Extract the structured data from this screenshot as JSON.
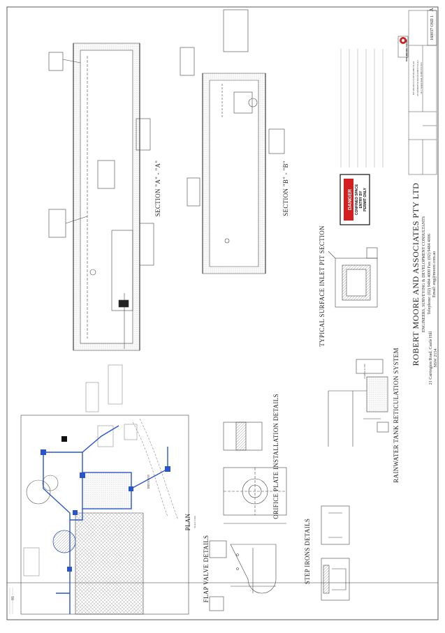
{
  "sheet": {
    "page_number": "01",
    "drawing_number": "160037 OSD 1",
    "revision": "A"
  },
  "titles": {
    "plan": "PLAN",
    "plan_scale": "SCALE 1:100",
    "flap_valve": "FLAP VALVE DETAILS",
    "orifice_plate": "ORIFICE PLATE INSTALLATION DETAILS",
    "step_irons": "STEP IRONS DETAILS",
    "section_a": "SECTION \"A\" - \"A\"",
    "section_b": "SECTION \"B\" - \"B\"",
    "inlet_pit": "TYPICAL SURFACE INLET PIT SECTION",
    "rainwater": "RAINWATER TANK RETICULATION SYSTEM"
  },
  "labels": {
    "driveway": "DRIVEWAY",
    "overflow_to_osd": "Overflow to OSD"
  },
  "danger_sign": {
    "header": "DANGER",
    "line1": "CONFINED SPACE",
    "line2": "ENTRY BY",
    "line3": "PERMIT ONLY"
  },
  "firm": {
    "name": "ROBERT MOORE AND ASSOCIATES PTY LTD",
    "discipline": "ENGINEERS, SURVEYING & DEVELOPMENT CONSULTANTS",
    "address": "21 Carrington Road, Castle Hill",
    "state": "NSW 2154",
    "phone": "Telephone: (02) 9484 4000 Fax: (02) 9484 4006",
    "email": "Email: eng@moore.com.au"
  },
  "title_block": {
    "project_label": "SEE PROJECT ON ATTACHED PLAN",
    "drawing_title": "STORMWATER MANAGEMENT PLAN",
    "address": "No 1 Sample Road, SAMPLETOWN",
    "dial_before_you_dig": "DIAL BEFORE YOU DIG"
  },
  "colors": {
    "line": "#333333",
    "pipe": "#2a55c9",
    "danger": "#d21f1f"
  }
}
